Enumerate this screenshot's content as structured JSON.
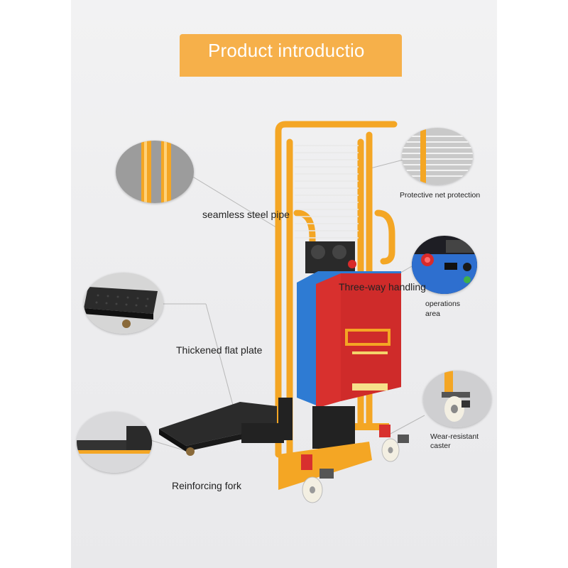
{
  "banner": {
    "title": "Product introductio"
  },
  "labels": {
    "seamless_steel_pipe": "seamless steel pipe",
    "protective_net": "Protective net protection",
    "three_way_handling": "Three-way handling",
    "operations_area_line1": "operations",
    "operations_area_line2": "area",
    "thickened_flat_plate": "Thickened flat plate",
    "wear_resistant_line1": "Wear-resistant",
    "wear_resistant_line2": "caster",
    "reinforcing_fork": "Reinforcing fork"
  },
  "colors": {
    "banner": "#f6b04a",
    "frame_orange": "#f4a624",
    "motor_red": "#d8302e",
    "motor_blue": "#2e7bd3",
    "plate_black": "#2b2b2b"
  }
}
